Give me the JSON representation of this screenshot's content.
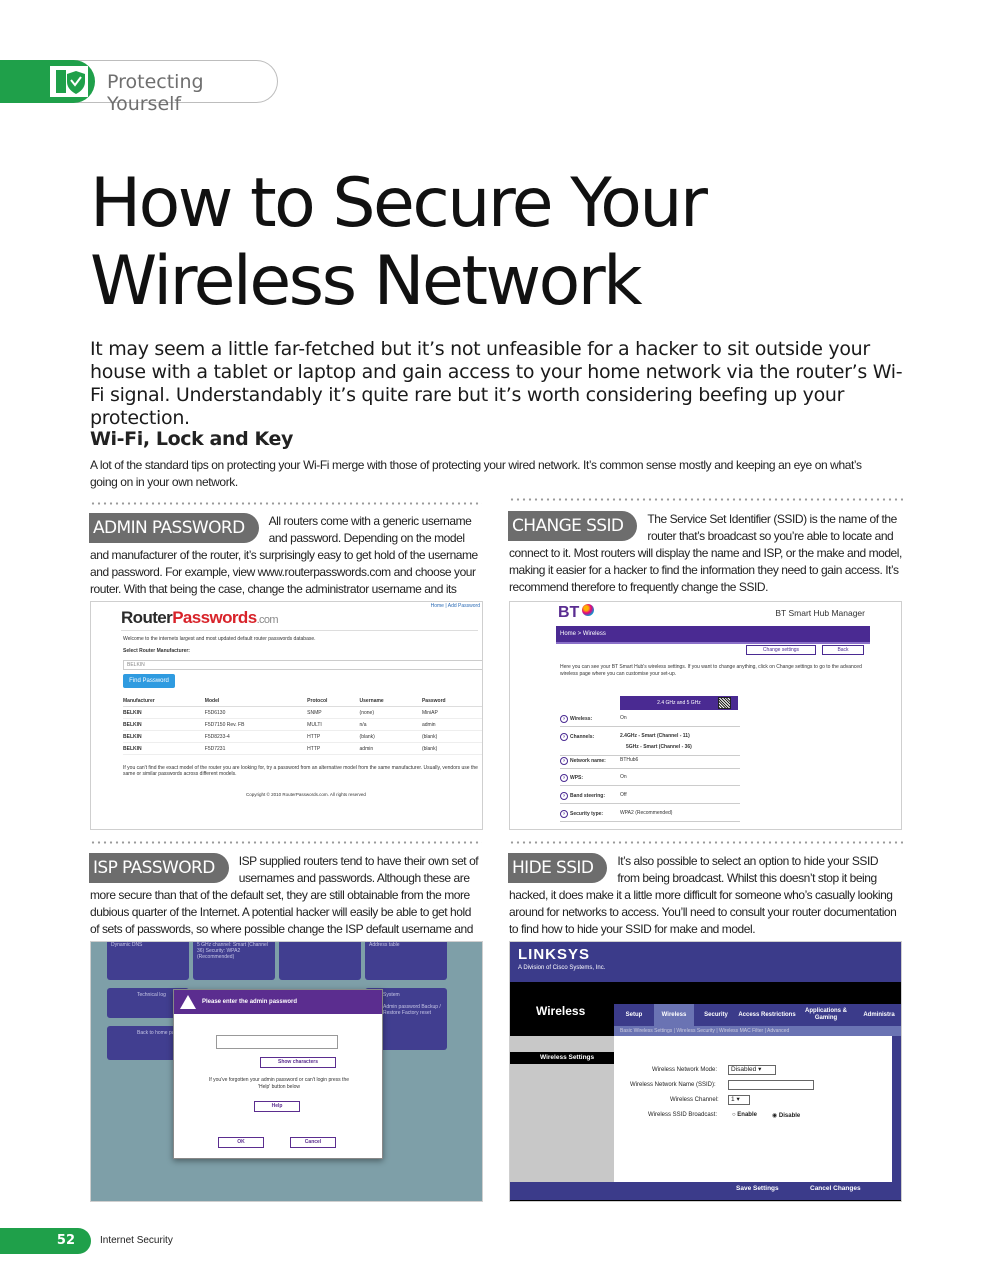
{
  "header": {
    "section": "Protecting Yourself"
  },
  "title": "How to Secure Your Wireless Network",
  "intro": "It may seem a little far-fetched but it’s not unfeasible for a hacker to sit outside your house with a tablet or laptop and gain access to your home network via the router’s Wi-Fi signal. Understandably it’s quite rare but it’s worth considering beefing up your protection.",
  "subhead": "Wi-Fi, Lock and Key",
  "subtext": "A lot of the standard tips on protecting your Wi-Fi merge with those of protecting your wired network. It’s common sense mostly and keeping an eye on what’s going on in your own network.",
  "sections": {
    "admin": {
      "label": "ADMIN PASSWORD",
      "text": "All routers come with a generic username and password. Depending on the model and manufacturer of the router, it’s surprisingly easy to get hold of the username and password. For example, view www.routerpasswords.com and choose your router. With that being the case, change the administrator username and its password."
    },
    "ssid": {
      "label": "CHANGE SSID",
      "text": "The Service Set Identifier (SSID) is the name of the router that’s broadcast so you’re able to locate and connect to it. Most routers will display the name and ISP, or the make and model, making it easier for a hacker to find the information they need to gain access. It’s recommend therefore to frequently change the SSID."
    },
    "isp": {
      "label": "ISP PASSWORD",
      "text": "ISP supplied routers tend to have their own set of usernames and passwords. Although these are more secure than that of the default set, they are still obtainable from the more dubious quarter of the Internet. A potential hacker will easily be able to get hold of sets of passwords, so where possible change the ISP default username and password."
    },
    "hide": {
      "label": "HIDE SSID",
      "text": "It’s also possible to select an option to hide your SSID from being broadcast. Whilst this doesn’t stop it being hacked, it does make it a little more difficult for someone who’s casually looking around for networks to access. You’ll need to consult your router documentation to find how to hide your SSID for make and model."
    }
  },
  "rp": {
    "logo1": "Router",
    "logo2": "Passwords",
    "logo3": ".com",
    "top": "Home | Add Password",
    "welcome": "Welcome to the internets largest and most updated default router passwords database.",
    "select_label": "Select Router Manufacturer:",
    "selected": "BELKIN",
    "button": "Find Password",
    "headers": [
      "Manufacturer",
      "Model",
      "Protocol",
      "Username",
      "Password"
    ],
    "rows": [
      [
        "BELKIN",
        "F5D6130",
        "SNMP",
        "(none)",
        "MiniAP"
      ],
      [
        "BELKIN",
        "F5D7150 Rev. FB",
        "MULTI",
        "n/a",
        "admin"
      ],
      [
        "BELKIN",
        "F5D8233-4",
        "HTTP",
        "(blank)",
        "(blank)"
      ],
      [
        "BELKIN",
        "F5D7231",
        "HTTP",
        "admin",
        "(blank)"
      ]
    ],
    "note": "If you can't find the exact model of the router you are looking for, try a password from an alternative model from the same manufacturer. Usually, vendors use the same or similar passwords across different models.",
    "copyright": "Copyright © 2010 RouterPasswords.com. All rights reserved"
  },
  "bt": {
    "logo": "BT",
    "title": "BT Smart Hub Manager",
    "nav": "Home  >  Wireless",
    "change": "Change settings",
    "back": "Back",
    "desc": "Here you can see your BT Smart Hub's wireless settings. If you want to change anything, click on Change settings to go to the advanced wireless page where you can customise your set-up.",
    "band": "2.4 GHz and 5 GHz",
    "rows": [
      {
        "label": "Wireless:",
        "value": "On"
      },
      {
        "label": "Channels:",
        "value": "2.4GHz - Smart (Channel - 11)"
      },
      {
        "label": "",
        "value": "5GHz - Smart (Channel - 36)"
      },
      {
        "label": "Network name:",
        "value": "BTHub6"
      },
      {
        "label": "WPS:",
        "value": "On"
      },
      {
        "label": "Band steering:",
        "value": "Off"
      },
      {
        "label": "Security type:",
        "value": "WPA2 (Recommended)"
      }
    ]
  },
  "isp": {
    "tiles": [
      {
        "text": "Dynamic DNS"
      },
      {
        "text": "5 GHz channel: Smart (Channel 36) Security: WPA2 (Recommended)"
      },
      {
        "text": ""
      },
      {
        "text": "Address table"
      },
      {
        "text": "Technical log"
      },
      {
        "text": "System"
      },
      {
        "text": "Back to home page"
      },
      {
        "text": "Admin password Backup / Restore Factory reset"
      }
    ],
    "dialog_title": "Please enter the admin password",
    "show": "Show characters",
    "note": "If you've forgotten your admin password or can't login press the 'Help' button below",
    "help": "Help",
    "ok": "OK",
    "cancel": "Cancel"
  },
  "lk": {
    "logo": "LINKSYS",
    "sub": "A Division of Cisco Systems, Inc.",
    "section": "Wireless",
    "tabs": [
      "Setup",
      "Wireless",
      "Security",
      "Access Restrictions",
      "Applications & Gaming",
      "Administra"
    ],
    "subnav": "Basic Wireless Settings  |  Wireless Security  |  Wireless MAC Filter  |  Advanced",
    "left_head": "Wireless Settings",
    "mode_label": "Wireless Network Mode:",
    "mode_value": "Disabled",
    "name_label": "Wireless Network Name (SSID):",
    "channel_label": "Wireless Channel:",
    "channel_value": "1",
    "broadcast_label": "Wireless SSID Broadcast:",
    "enable": "Enable",
    "disable": "Disable",
    "save": "Save Settings",
    "cancel": "Cancel Changes"
  },
  "footer": {
    "page": "52",
    "label": "Internet Security"
  },
  "colors": {
    "accent": "#1fa04a",
    "pill": "#6d6d6d",
    "bt_purple": "#4a2a92",
    "linksys_blue": "#3b3b8a"
  }
}
